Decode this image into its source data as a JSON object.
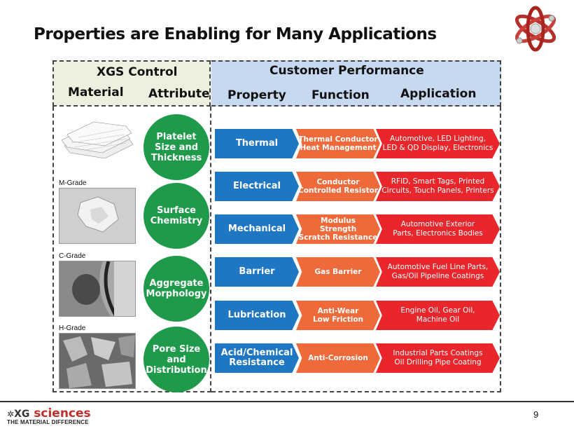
{
  "title": "Properties are Enabling for Many Applications",
  "header": {
    "xgs_control": "XGS Control",
    "customer_performance": "Customer Performance",
    "material": "Material",
    "attribute": "Attribute",
    "property": "Property",
    "function": "Function",
    "application": "Application"
  },
  "attributes": [
    "Platelet\nSize and\nThickness",
    "Surface\nChemistry",
    "Aggregate\nMorphology",
    "Pore Size\nand\nDistribution"
  ],
  "grades": [
    "M-Grade",
    "C-Grade",
    "H-Grade"
  ],
  "rows": [
    {
      "property": "Thermal",
      "function": "Thermal Conductor\nHeat Management",
      "application": "Automotive, LED Lighting,\nLED & QD Display, Electronics"
    },
    {
      "property": "Electrical",
      "function": "Conductor\nControlled Resistor",
      "application": "RFID, Smart Tags, Printed\nCircuits, Touch Panels, Printers"
    },
    {
      "property": "Mechanical",
      "function": "Modulus\nStrength\nScratch Resistance",
      "application": "Automotive Exterior\nParts, Electronics Bodies"
    },
    {
      "property": "Barrier",
      "function": "Gas Barrier",
      "application": "Automotive Fuel Line Parts,\nGas/Oil Pipeline Coatings"
    },
    {
      "property": "Lubrication",
      "function": "Anti-Wear\nLow Friction",
      "application": "Engine Oil, Gear Oil,\nMachine Oil"
    },
    {
      "property": "Acid/Chemical\nResistance",
      "function": "Anti-Corrosion",
      "application": "Industrial Parts Coatings\nOil Drilling Pipe Coating"
    }
  ],
  "footer": {
    "brand_prefix": "XG",
    "brand_name": "sciences",
    "tagline": "THE MATERIAL DIFFERENCE",
    "page_number": "9"
  },
  "colors": {
    "property": "#1f77c4",
    "function": "#ee6a3a",
    "application": "#e8262b",
    "attribute_circle": "#1f9a4a",
    "header_left": "#ebf1de",
    "header_right": "#c6d9f1"
  }
}
